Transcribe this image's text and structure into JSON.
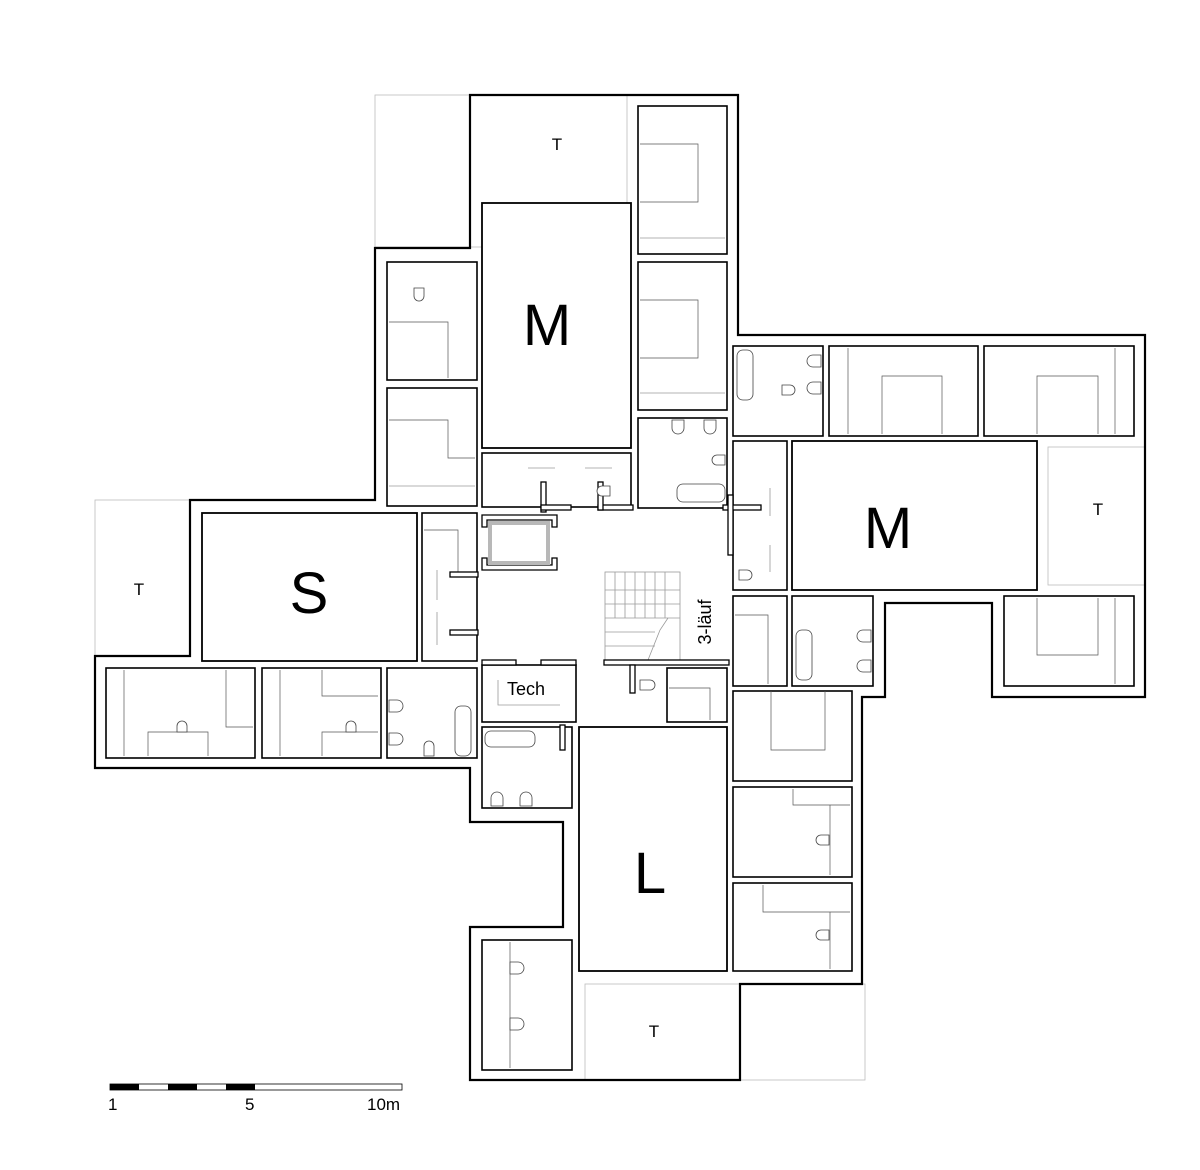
{
  "plan": {
    "apartments": [
      {
        "key": "m_top",
        "label": "M"
      },
      {
        "key": "m_right",
        "label": "M"
      },
      {
        "key": "s_left",
        "label": "S"
      },
      {
        "key": "l_bottom",
        "label": "L"
      }
    ],
    "terraces": [
      {
        "key": "t_top",
        "label": "T"
      },
      {
        "key": "t_left",
        "label": "T"
      },
      {
        "key": "t_right",
        "label": "T"
      },
      {
        "key": "t_bottom",
        "label": "T"
      }
    ],
    "core": {
      "tech_label": "Tech",
      "stair_label": "3-läuf"
    }
  },
  "scale_bar": {
    "labels": [
      "1",
      "5",
      "10m"
    ]
  }
}
